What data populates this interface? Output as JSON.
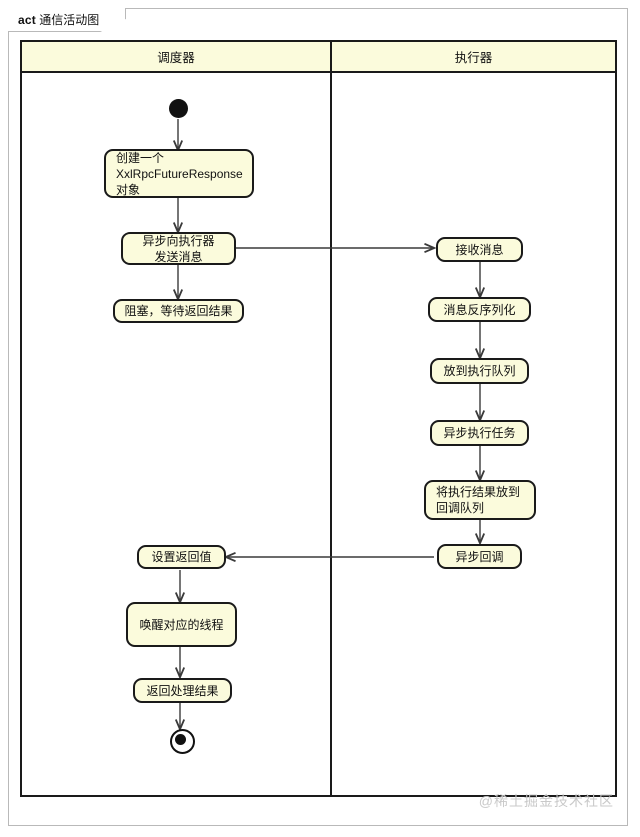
{
  "frame": {
    "keyword": "act",
    "name": "通信活动图"
  },
  "lanes": [
    {
      "id": "scheduler",
      "title": "调度器"
    },
    {
      "id": "executor",
      "title": "执行器"
    }
  ],
  "nodes": {
    "start": {
      "type": "initial-node",
      "label": ""
    },
    "create_future": {
      "type": "action",
      "label": "创建一个\nXxlRpcFutureResponse\n对象"
    },
    "send_async": {
      "type": "action",
      "label": "异步向执行器\n发送消息"
    },
    "block_wait": {
      "type": "action",
      "label": "阻塞，等待返回结果"
    },
    "recv_msg": {
      "type": "action",
      "label": "接收消息"
    },
    "deserialize": {
      "type": "action",
      "label": "消息反序列化"
    },
    "enqueue_exec": {
      "type": "action",
      "label": "放到执行队列"
    },
    "exec_async": {
      "type": "action",
      "label": "异步执行任务"
    },
    "result_to_cb": {
      "type": "action",
      "label": "将执行结果放到\n回调队列"
    },
    "callback_async": {
      "type": "action",
      "label": "异步回调"
    },
    "set_return": {
      "type": "action",
      "label": "设置返回值"
    },
    "wake_thread": {
      "type": "action",
      "label": "唤醒对应的线程"
    },
    "return_result": {
      "type": "action",
      "label": "返回处理结果"
    },
    "end": {
      "type": "final-node",
      "label": ""
    }
  },
  "watermark": {
    "text": "@稀土掘金技术社区"
  },
  "colors": {
    "node_fill": "#FBFBDC",
    "lane_header_fill": "#FBFBDC",
    "stroke": "#1A1A1A",
    "frame_stroke": "#B9B9B9",
    "watermark": "#C9C9C9"
  }
}
